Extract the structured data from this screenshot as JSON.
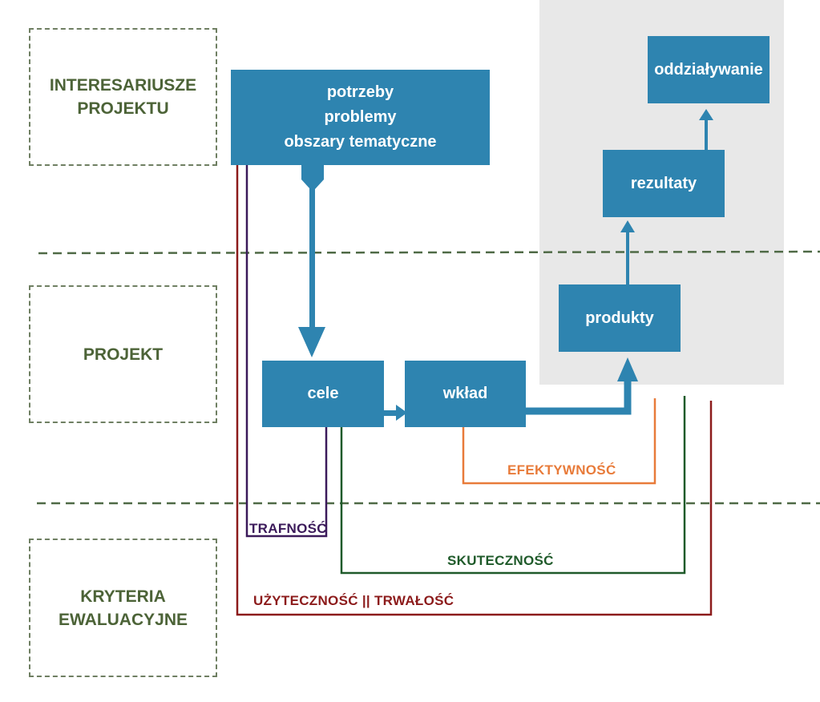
{
  "zones": {
    "stakeholders": "INTERESARIUSZE\nPROJEKTU",
    "project": "PROJEKT",
    "criteria": "KRYTERIA\nEWALUACYJNE"
  },
  "nodes": {
    "needs": "potrzeby\nproblemy\nobszary tematyczne",
    "goals": "cele",
    "input": "wkład",
    "products": "produkty",
    "results": "rezultaty",
    "impact": "oddziaływanie"
  },
  "criteria": {
    "efficiency": "EFEKTYWNOŚĆ",
    "relevance": "TRAFNOŚĆ",
    "effectiveness": "SKUTECZNOŚĆ",
    "utility_sustainability": "UŻYTECZNOŚĆ || TRWAŁOŚĆ"
  },
  "colors": {
    "node": "#2e84b0",
    "zone_text": "#4c6337",
    "efficiency": "#e87b3a",
    "relevance": "#3b1a5a",
    "effectiveness": "#1f5a2a",
    "utility_sustainability": "#8c1b1b"
  }
}
